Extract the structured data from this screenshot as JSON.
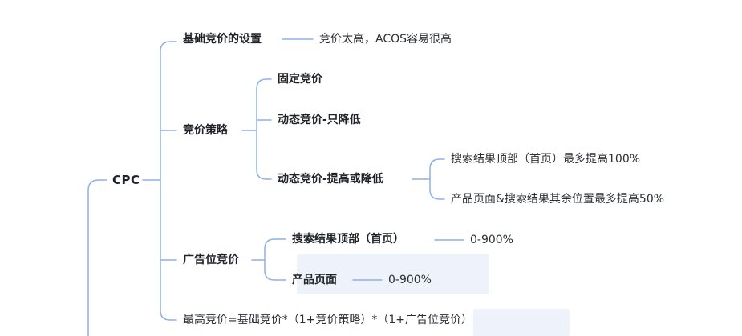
{
  "colors": {
    "line": "#8fb0e8",
    "text": "#1f2328",
    "highlight": "#eef3fb"
  },
  "mindmap": {
    "root": "CPC",
    "base_bid": {
      "label": "基础竞价的设置",
      "note": "竞价太高，ACOS容易很高"
    },
    "bid_strategy": {
      "label": "竞价策略",
      "fixed": "固定竞价",
      "down_only": "动态竞价-只降低",
      "up_down": {
        "label": "动态竞价-提高或降低",
        "top": "搜索结果顶部（首页）最多提高100%",
        "rest": "产品页面&搜索结果其余位置最多提高50%"
      }
    },
    "placement": {
      "label": "广告位竞价",
      "top": {
        "label": "搜索结果顶部（首页）",
        "value": "0-900%"
      },
      "product": {
        "label": "产品页面",
        "value": "0-900%"
      }
    },
    "formula": "最高竞价=基础竞价*（1+竞价策略）*（1+广告位竞价）"
  }
}
